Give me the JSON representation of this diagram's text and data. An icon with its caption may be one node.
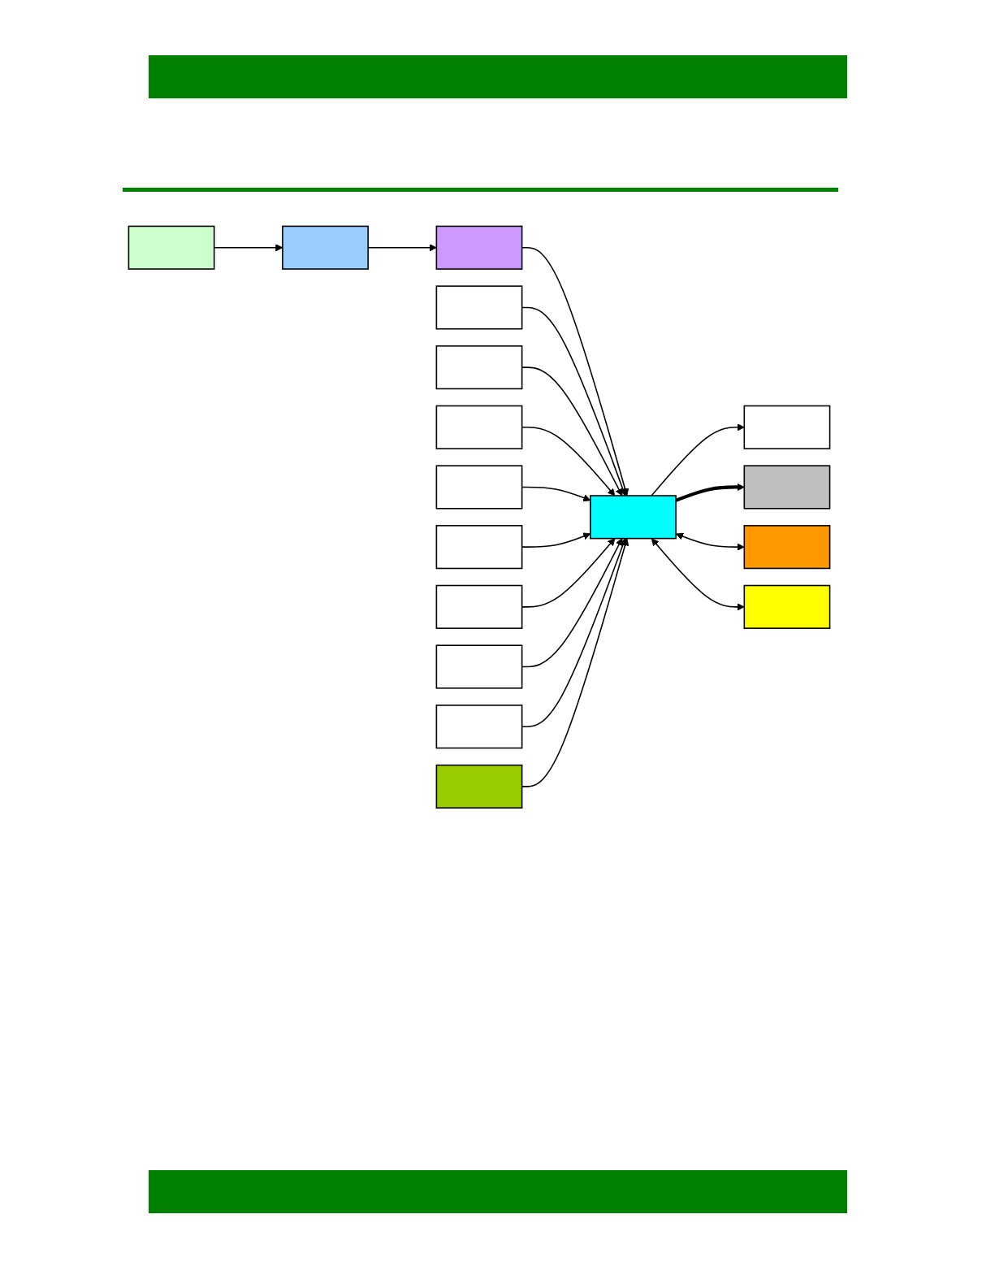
{
  "diagram": {
    "nodes": [
      {
        "text": [],
        "shape": "box"
      },
      {
        "text": [],
        "shape": "box"
      },
      {
        "text": [],
        "shape": "box"
      },
      {
        "text": [],
        "shape": "box"
      },
      {
        "text": [],
        "shape": "box"
      },
      {
        "text": [],
        "shape": "box"
      },
      {
        "text": [],
        "shape": "box"
      },
      {
        "text": [],
        "shape": "box"
      },
      {
        "text": [],
        "shape": "box"
      },
      {
        "text": [],
        "shape": "box"
      },
      {
        "text": [],
        "shape": "box"
      },
      {
        "text": [],
        "shape": "box"
      },
      {
        "text": [],
        "shape": "box"
      },
      {
        "text": [],
        "shape": "box"
      },
      {
        "text": [],
        "shape": "box"
      },
      {
        "text": [],
        "shape": "box"
      },
      {
        "text": [],
        "shape": "box"
      }
    ],
    "edges": [
      {
        "from": 0,
        "to": 1,
        "arrow": "to"
      },
      {
        "from": 1,
        "to": 2,
        "arrow": "to"
      },
      {
        "from": 2,
        "to": 3,
        "arrow": "to"
      },
      {
        "from": 4,
        "to": 3,
        "arrow": "to"
      },
      {
        "from": 5,
        "to": 3,
        "arrow": "to"
      },
      {
        "from": 6,
        "to": 3,
        "arrow": "to"
      },
      {
        "from": 7,
        "to": 3,
        "arrow": "to"
      },
      {
        "from": 8,
        "to": 3,
        "arrow": "to"
      },
      {
        "from": 9,
        "to": 3,
        "arrow": "to"
      },
      {
        "from": 10,
        "to": 3,
        "arrow": "to"
      },
      {
        "from": 11,
        "to": 3,
        "arrow": "to"
      },
      {
        "from": 3,
        "to": 12,
        "arrow": "to"
      },
      {
        "from": 3,
        "to": 13,
        "arrow": "to",
        "style": "thick"
      },
      {
        "from": 3,
        "to": 14,
        "arrow": "both"
      },
      {
        "from": 3,
        "to": 15,
        "arrow": "both"
      },
      {
        "from": 16,
        "to": 3,
        "arrow": "to"
      }
    ]
  }
}
